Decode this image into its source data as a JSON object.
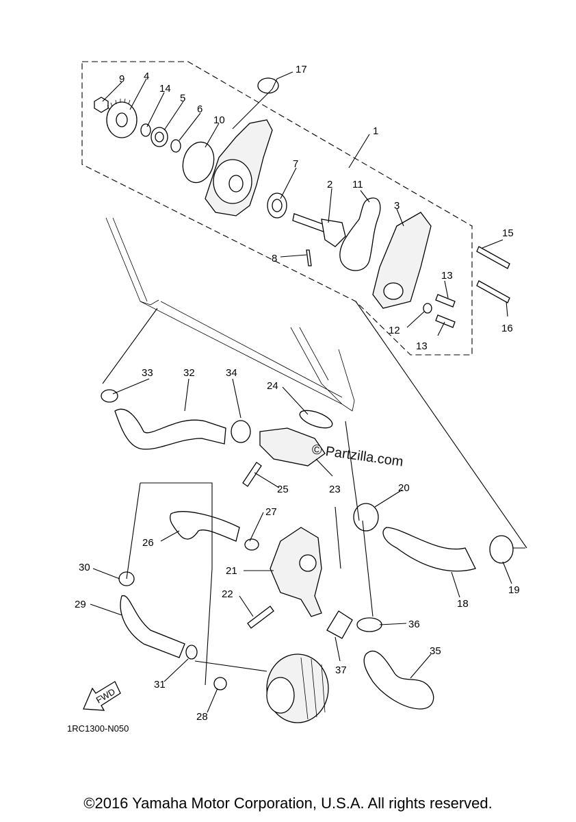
{
  "diagram": {
    "callouts": [
      "1",
      "2",
      "3",
      "4",
      "5",
      "6",
      "7",
      "8",
      "9",
      "10",
      "11",
      "12",
      "13",
      "13",
      "14",
      "15",
      "16",
      "17",
      "18",
      "19",
      "20",
      "21",
      "22",
      "23",
      "24",
      "25",
      "26",
      "27",
      "28",
      "29",
      "30",
      "31",
      "32",
      "33",
      "34",
      "35",
      "36",
      "37"
    ],
    "diagram_code": "1RC1300-N050",
    "fwd_label": "FWD",
    "watermark": "© Partzilla.com"
  },
  "footer": {
    "copyright": "©2016 Yamaha Motor Corporation, U.S.A. All rights reserved."
  }
}
